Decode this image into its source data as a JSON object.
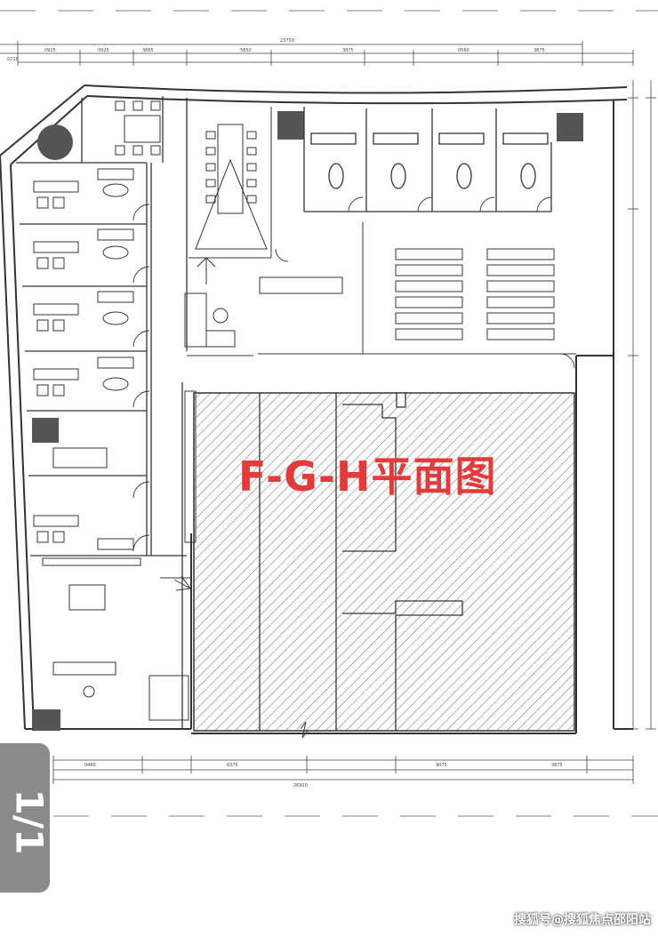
{
  "plan": {
    "title": "F-G-H平面图"
  },
  "page_indicator": "1/1",
  "watermark": "搜狐号@搜狐焦点邵阳站",
  "colors": {
    "title": "#e23b3b",
    "lines": "#333333",
    "hatch": "#555555",
    "columns": "#555555"
  }
}
